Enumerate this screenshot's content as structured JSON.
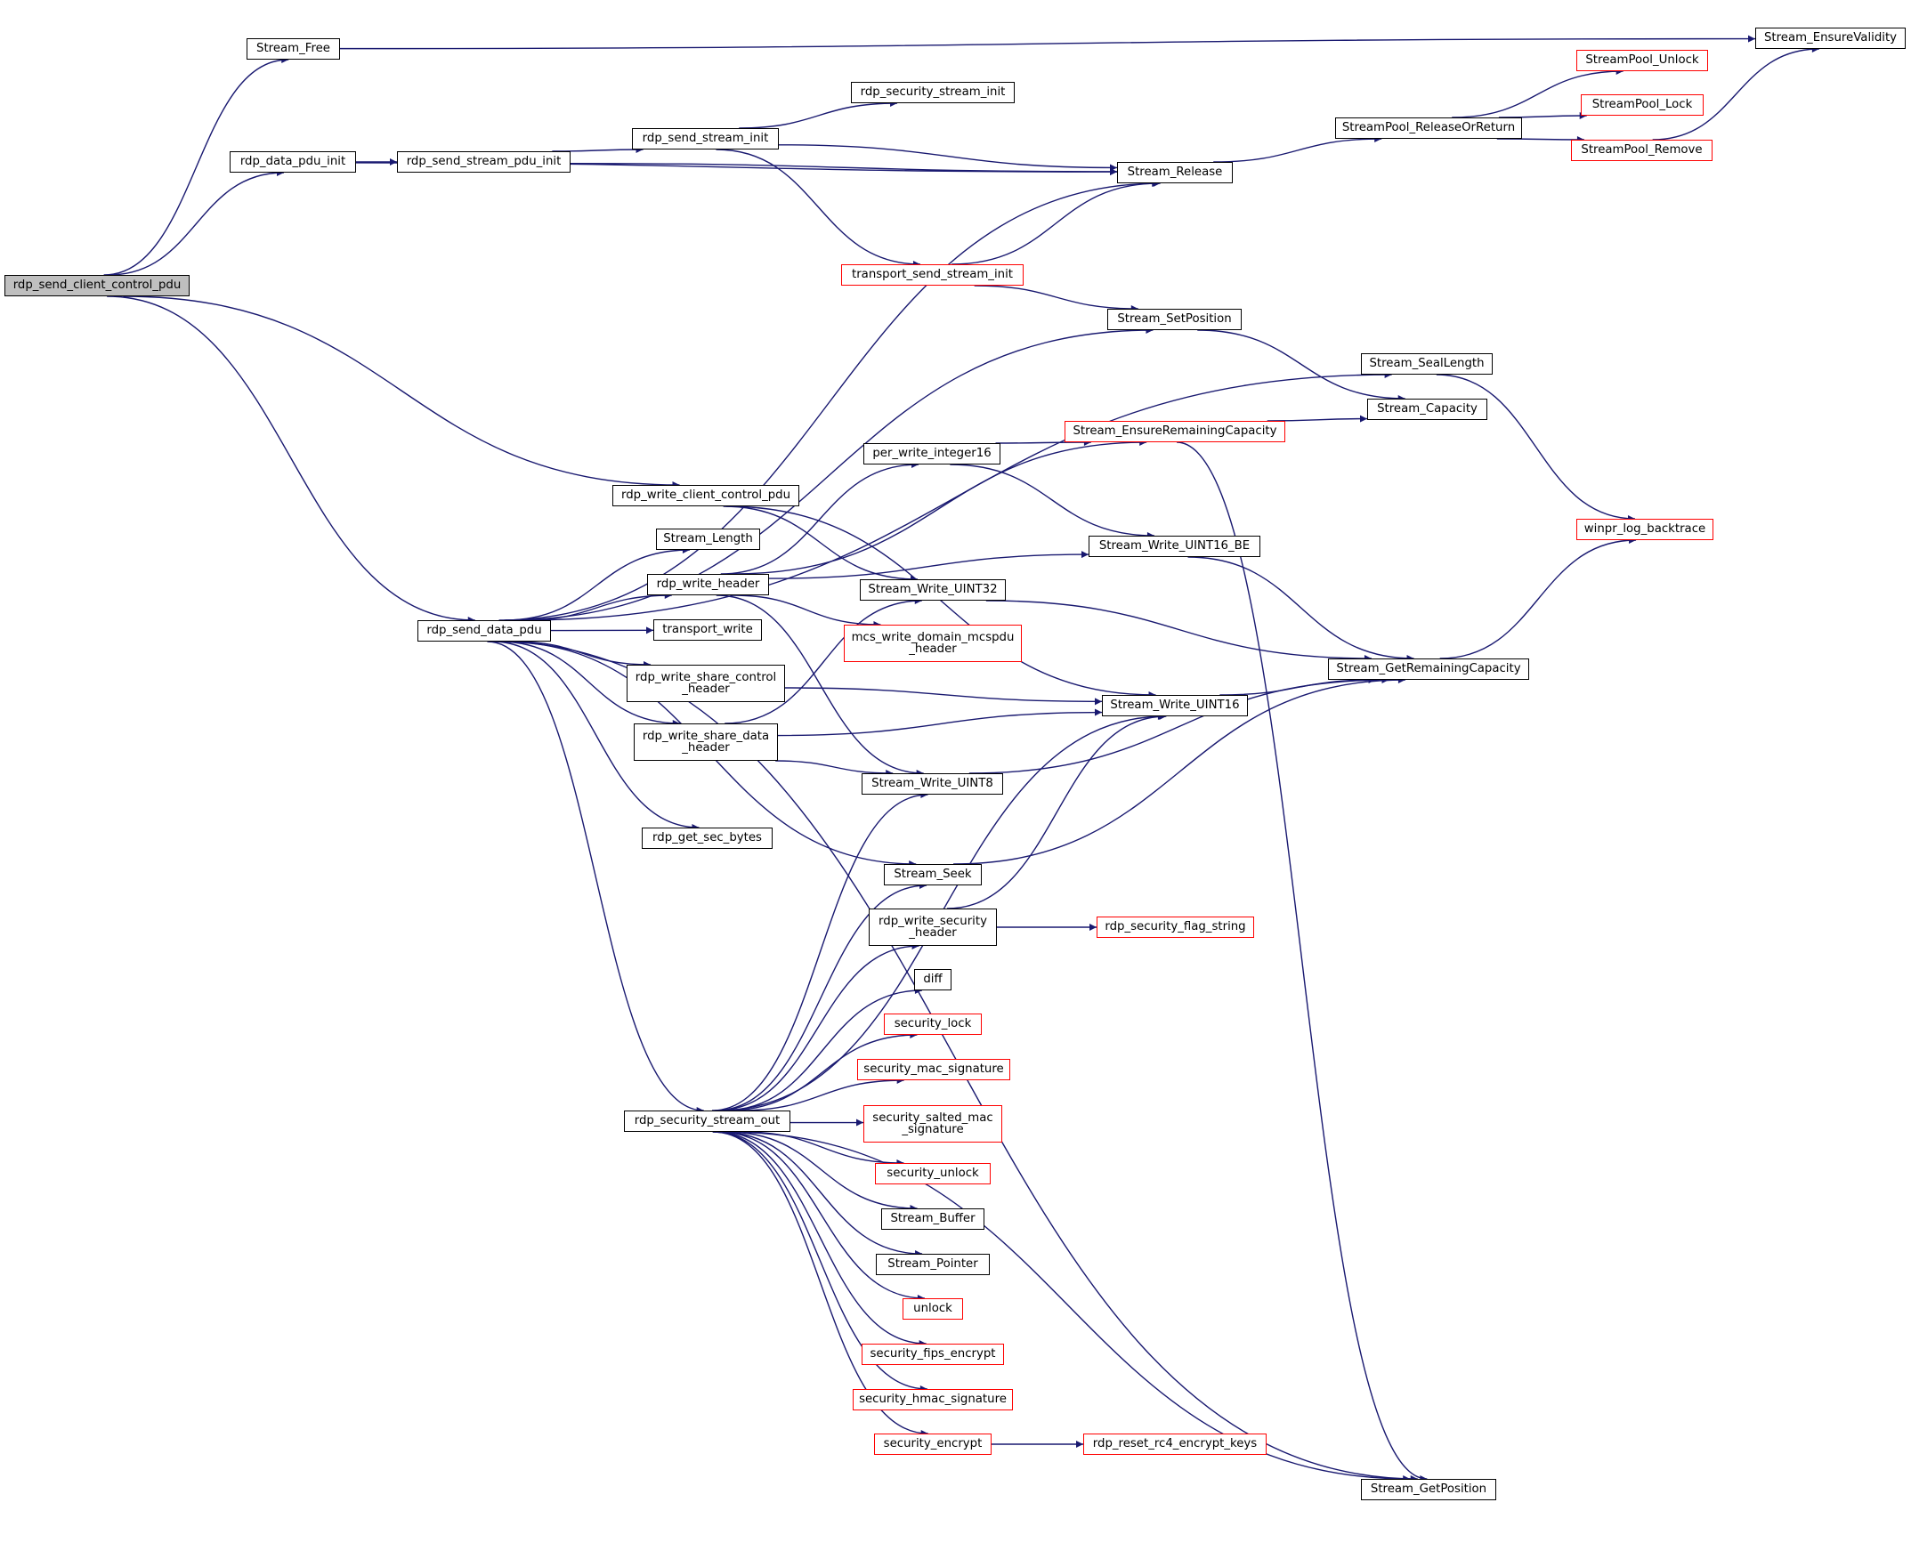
{
  "graph": {
    "title": "",
    "colors": {
      "edge": "#191970",
      "root_fill": "#bfbfbf",
      "link_border": "#ff0000",
      "node_border": "#000000"
    },
    "nodes": {
      "root": {
        "label": "rdp_send_client_control_pdu"
      },
      "stream_free": {
        "label": "Stream_Free"
      },
      "rdp_data_pdu_init": {
        "label": "rdp_data_pdu_init"
      },
      "rdp_send_stream_pdu_init": {
        "label": "rdp_send_stream_pdu_init"
      },
      "rdp_send_stream_init": {
        "label": "rdp_send_stream_init"
      },
      "rdp_security_stream_init": {
        "label": "rdp_security_stream_init"
      },
      "transport_send_stream_init": {
        "label": "transport_send_stream_init"
      },
      "stream_release": {
        "label": "Stream_Release"
      },
      "stream_setposition": {
        "label": "Stream_SetPosition"
      },
      "streampool_releaseorreturn": {
        "label": "StreamPool_ReleaseOrReturn"
      },
      "streampool_unlock": {
        "label": "StreamPool_Unlock"
      },
      "streampool_lock": {
        "label": "StreamPool_Lock"
      },
      "streampool_remove": {
        "label": "StreamPool_Remove"
      },
      "stream_ensurevalidity": {
        "label": "Stream_EnsureValidity"
      },
      "stream_seallength": {
        "label": "Stream_SealLength"
      },
      "stream_capacity": {
        "label": "Stream_Capacity"
      },
      "stream_ensureremainingcapacity": {
        "label": "Stream_EnsureRemainingCapacity"
      },
      "per_write_integer16": {
        "label": "per_write_integer16"
      },
      "rdp_write_client_control_pdu": {
        "label": "rdp_write_client_control_pdu"
      },
      "stream_length": {
        "label": "Stream_Length"
      },
      "rdp_write_header": {
        "label": "rdp_write_header"
      },
      "stream_write_uint16_be": {
        "label": "Stream_Write_UINT16_BE"
      },
      "stream_write_uint32": {
        "label": "Stream_Write_UINT32"
      },
      "mcs_write_domain_mcspdu_header": {
        "label": "mcs_write_domain_mcspdu\n_header"
      },
      "winpr_log_backtrace": {
        "label": "winpr_log_backtrace"
      },
      "rdp_send_data_pdu": {
        "label": "rdp_send_data_pdu"
      },
      "transport_write": {
        "label": "transport_write"
      },
      "rdp_write_share_control_header": {
        "label": "rdp_write_share_control\n_header"
      },
      "rdp_write_share_data_header": {
        "label": "rdp_write_share_data\n_header"
      },
      "stream_getremainingcapacity": {
        "label": "Stream_GetRemainingCapacity"
      },
      "stream_write_uint16": {
        "label": "Stream_Write_UINT16"
      },
      "stream_write_uint8": {
        "label": "Stream_Write_UINT8"
      },
      "rdp_get_sec_bytes": {
        "label": "rdp_get_sec_bytes"
      },
      "stream_seek": {
        "label": "Stream_Seek"
      },
      "rdp_write_security_header": {
        "label": "rdp_write_security\n_header"
      },
      "rdp_security_flag_string": {
        "label": "rdp_security_flag_string"
      },
      "diff": {
        "label": "diff"
      },
      "security_lock": {
        "label": "security_lock"
      },
      "security_mac_signature": {
        "label": "security_mac_signature"
      },
      "rdp_security_stream_out": {
        "label": "rdp_security_stream_out"
      },
      "security_salted_mac_signature": {
        "label": "security_salted_mac\n_signature"
      },
      "security_unlock": {
        "label": "security_unlock"
      },
      "stream_buffer": {
        "label": "Stream_Buffer"
      },
      "stream_pointer": {
        "label": "Stream_Pointer"
      },
      "unlock": {
        "label": "unlock"
      },
      "security_fips_encrypt": {
        "label": "security_fips_encrypt"
      },
      "security_hmac_signature": {
        "label": "security_hmac_signature"
      },
      "security_encrypt": {
        "label": "security_encrypt"
      },
      "rdp_reset_rc4_encrypt_keys": {
        "label": "rdp_reset_rc4_encrypt_keys"
      },
      "stream_getposition": {
        "label": "Stream_GetPosition"
      }
    },
    "edges": [
      [
        "root",
        "stream_free"
      ],
      [
        "root",
        "rdp_data_pdu_init"
      ],
      [
        "root",
        "rdp_write_client_control_pdu"
      ],
      [
        "root",
        "rdp_send_data_pdu"
      ],
      [
        "stream_free",
        "stream_ensurevalidity"
      ],
      [
        "rdp_data_pdu_init",
        "rdp_send_stream_pdu_init"
      ],
      [
        "rdp_data_pdu_init",
        "stream_release"
      ],
      [
        "rdp_send_stream_pdu_init",
        "rdp_send_stream_init"
      ],
      [
        "rdp_send_stream_pdu_init",
        "stream_release"
      ],
      [
        "rdp_send_stream_init",
        "rdp_security_stream_init"
      ],
      [
        "rdp_send_stream_init",
        "stream_release"
      ],
      [
        "rdp_send_stream_init",
        "transport_send_stream_init"
      ],
      [
        "transport_send_stream_init",
        "stream_release"
      ],
      [
        "transport_send_stream_init",
        "stream_setposition"
      ],
      [
        "stream_release",
        "streampool_releaseorreturn"
      ],
      [
        "streampool_releaseorreturn",
        "streampool_unlock"
      ],
      [
        "streampool_releaseorreturn",
        "streampool_lock"
      ],
      [
        "streampool_releaseorreturn",
        "streampool_remove"
      ],
      [
        "streampool_remove",
        "stream_ensurevalidity"
      ],
      [
        "stream_setposition",
        "stream_capacity"
      ],
      [
        "stream_seallength",
        "winpr_log_backtrace"
      ],
      [
        "stream_ensureremainingcapacity",
        "stream_capacity"
      ],
      [
        "stream_ensureremainingcapacity",
        "stream_getposition"
      ],
      [
        "per_write_integer16",
        "stream_ensureremainingcapacity"
      ],
      [
        "per_write_integer16",
        "stream_write_uint16_be"
      ],
      [
        "rdp_write_client_control_pdu",
        "stream_write_uint32"
      ],
      [
        "rdp_write_client_control_pdu",
        "stream_write_uint16"
      ],
      [
        "rdp_write_header",
        "per_write_integer16"
      ],
      [
        "rdp_write_header",
        "stream_ensureremainingcapacity"
      ],
      [
        "rdp_write_header",
        "stream_write_uint16_be"
      ],
      [
        "rdp_write_header",
        "mcs_write_domain_mcspdu_header"
      ],
      [
        "rdp_write_header",
        "stream_write_uint8"
      ],
      [
        "stream_write_uint16_be",
        "stream_getremainingcapacity"
      ],
      [
        "stream_write_uint32",
        "stream_getremainingcapacity"
      ],
      [
        "stream_getremainingcapacity",
        "winpr_log_backtrace"
      ],
      [
        "stream_write_uint16",
        "stream_getremainingcapacity"
      ],
      [
        "stream_write_uint8",
        "stream_getremainingcapacity"
      ],
      [
        "stream_seek",
        "stream_getremainingcapacity"
      ],
      [
        "rdp_send_data_pdu",
        "stream_release"
      ],
      [
        "rdp_send_data_pdu",
        "stream_setposition"
      ],
      [
        "rdp_send_data_pdu",
        "stream_seallength"
      ],
      [
        "rdp_send_data_pdu",
        "stream_length"
      ],
      [
        "rdp_send_data_pdu",
        "rdp_write_header"
      ],
      [
        "rdp_send_data_pdu",
        "transport_write"
      ],
      [
        "rdp_send_data_pdu",
        "rdp_write_share_control_header"
      ],
      [
        "rdp_send_data_pdu",
        "rdp_write_share_data_header"
      ],
      [
        "rdp_send_data_pdu",
        "stream_seek"
      ],
      [
        "rdp_send_data_pdu",
        "rdp_get_sec_bytes"
      ],
      [
        "rdp_send_data_pdu",
        "rdp_security_stream_out"
      ],
      [
        "rdp_send_data_pdu",
        "stream_getposition"
      ],
      [
        "rdp_write_share_control_header",
        "stream_write_uint16"
      ],
      [
        "rdp_write_share_data_header",
        "stream_write_uint32"
      ],
      [
        "rdp_write_share_data_header",
        "stream_write_uint16"
      ],
      [
        "rdp_write_share_data_header",
        "stream_write_uint8"
      ],
      [
        "rdp_write_security_header",
        "stream_write_uint16"
      ],
      [
        "rdp_write_security_header",
        "rdp_security_flag_string"
      ],
      [
        "rdp_security_stream_out",
        "stream_write_uint8"
      ],
      [
        "rdp_security_stream_out",
        "stream_write_uint16"
      ],
      [
        "rdp_security_stream_out",
        "stream_seek"
      ],
      [
        "rdp_security_stream_out",
        "rdp_write_security_header"
      ],
      [
        "rdp_security_stream_out",
        "diff"
      ],
      [
        "rdp_security_stream_out",
        "security_lock"
      ],
      [
        "rdp_security_stream_out",
        "security_mac_signature"
      ],
      [
        "rdp_security_stream_out",
        "security_salted_mac_signature"
      ],
      [
        "rdp_security_stream_out",
        "security_unlock"
      ],
      [
        "rdp_security_stream_out",
        "stream_buffer"
      ],
      [
        "rdp_security_stream_out",
        "stream_pointer"
      ],
      [
        "rdp_security_stream_out",
        "unlock"
      ],
      [
        "rdp_security_stream_out",
        "security_fips_encrypt"
      ],
      [
        "rdp_security_stream_out",
        "security_hmac_signature"
      ],
      [
        "rdp_security_stream_out",
        "security_encrypt"
      ],
      [
        "rdp_security_stream_out",
        "stream_getposition"
      ],
      [
        "security_encrypt",
        "rdp_reset_rc4_encrypt_keys"
      ]
    ]
  }
}
